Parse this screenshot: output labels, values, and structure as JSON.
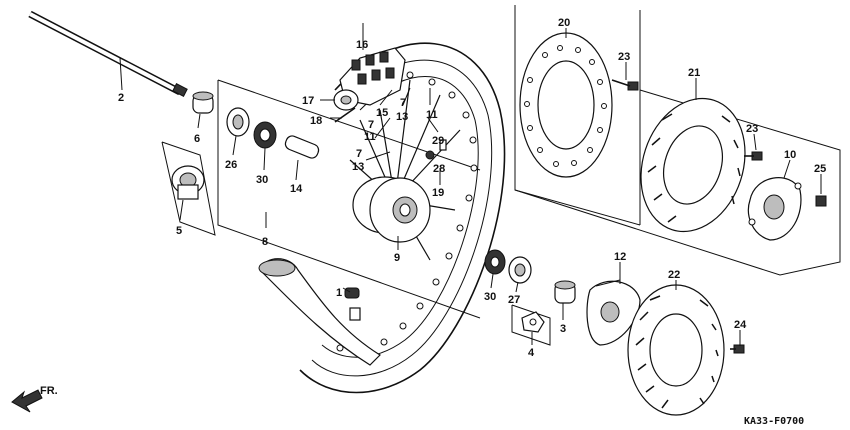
{
  "diagram": {
    "code": "KA33-F0700",
    "direction": "FR.",
    "callouts": [
      {
        "id": "c1",
        "text": "1"
      },
      {
        "id": "c2",
        "text": "2"
      },
      {
        "id": "c3",
        "text": "3"
      },
      {
        "id": "c4",
        "text": "4"
      },
      {
        "id": "c5",
        "text": "5"
      },
      {
        "id": "c6",
        "text": "6"
      },
      {
        "id": "c7a",
        "text": "7"
      },
      {
        "id": "c7b",
        "text": "7"
      },
      {
        "id": "c7c",
        "text": "7"
      },
      {
        "id": "c8",
        "text": "8"
      },
      {
        "id": "c9",
        "text": "9"
      },
      {
        "id": "c10",
        "text": "10"
      },
      {
        "id": "c11a",
        "text": "11"
      },
      {
        "id": "c11b",
        "text": "11"
      },
      {
        "id": "c12",
        "text": "12"
      },
      {
        "id": "c13a",
        "text": "13"
      },
      {
        "id": "c13b",
        "text": "13"
      },
      {
        "id": "c14",
        "text": "14"
      },
      {
        "id": "c15",
        "text": "15"
      },
      {
        "id": "c16",
        "text": "16"
      },
      {
        "id": "c17",
        "text": "17"
      },
      {
        "id": "c18",
        "text": "18"
      },
      {
        "id": "c19",
        "text": "19"
      },
      {
        "id": "c20",
        "text": "20"
      },
      {
        "id": "c21",
        "text": "21"
      },
      {
        "id": "c22",
        "text": "22"
      },
      {
        "id": "c23a",
        "text": "23"
      },
      {
        "id": "c23b",
        "text": "23"
      },
      {
        "id": "c24",
        "text": "24"
      },
      {
        "id": "c25",
        "text": "25"
      },
      {
        "id": "c26",
        "text": "26"
      },
      {
        "id": "c27",
        "text": "27"
      },
      {
        "id": "c28",
        "text": "28"
      },
      {
        "id": "c29",
        "text": "29"
      },
      {
        "id": "c30a",
        "text": "30"
      },
      {
        "id": "c30b",
        "text": "30"
      }
    ]
  }
}
